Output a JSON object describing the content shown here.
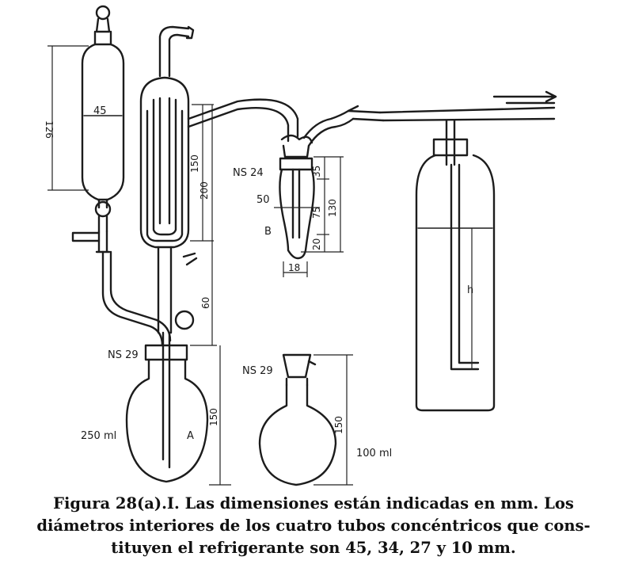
{
  "labels": {
    "funnel_diameter": "45",
    "funnel_height": "126",
    "condenser_150": "150",
    "condenser_200": "200",
    "condenser_60": "60",
    "ns24": "NS 24",
    "flask_b": "B",
    "b_width": "50",
    "b_35": "35",
    "b_75": "75",
    "b_130": "130",
    "b_20": "20",
    "b_18": "18",
    "ns29_a": "NS 29",
    "flask_a_vol": "250 ml",
    "flask_a": "A",
    "flask_a_150": "150",
    "ns29_b": "NS 29",
    "flask_b2_150": "150",
    "flask_b2_vol": "100 ml",
    "cylinder_h": "h"
  },
  "caption": {
    "line1": "Figura 28(a).I. Las dimensiones están indicadas en mm. Los",
    "line2": "diámetros interiores de los cuatro tubos concéntricos que cons-",
    "line3": "tituyen el refrigerante son 45, 34, 27 y 10 mm."
  }
}
